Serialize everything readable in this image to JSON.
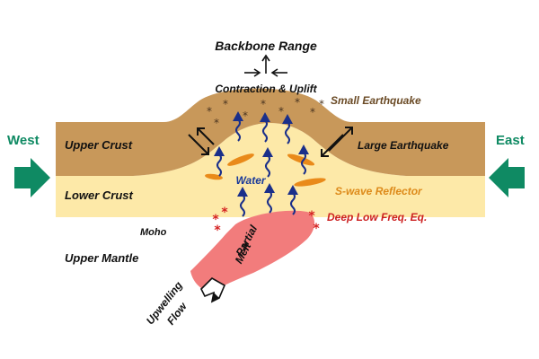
{
  "title": "Backbone Range",
  "subtitle": "Contraction & Uplift",
  "labels": {
    "small_earthquake": "Small Earthquake",
    "large_earthquake": "Large Earthquake",
    "upper_crust": "Upper Crust",
    "lower_crust": "Lower Crust",
    "water": "Water",
    "s_wave_reflector": "S-wave Reflector",
    "moho": "Moho",
    "deep_low_freq": "Deep Low Freq. Eq.",
    "partial_melt_1": "Partial",
    "partial_melt_2": "Melt",
    "upper_mantle": "Upper Mantle",
    "upwelling_1": "Upwelling",
    "upwelling_2": "Flow"
  },
  "directions": {
    "west": "West",
    "east": "East"
  },
  "colors": {
    "upper_crust": "#c8985a",
    "lower_crust": "#fde9a8",
    "partial_melt": "#f27c7c",
    "compression_arrow": "#0f8a63",
    "water_arrow": "#1a2f8a",
    "reflector": "#e98a1a",
    "star_red": "#d42020",
    "star_dark": "#4a3520",
    "text_dark": "#111111",
    "text_brown": "#6a4a25",
    "text_red": "#cc2020",
    "text_orange": "#dd8a1a",
    "text_blue": "#1a3a9a"
  }
}
